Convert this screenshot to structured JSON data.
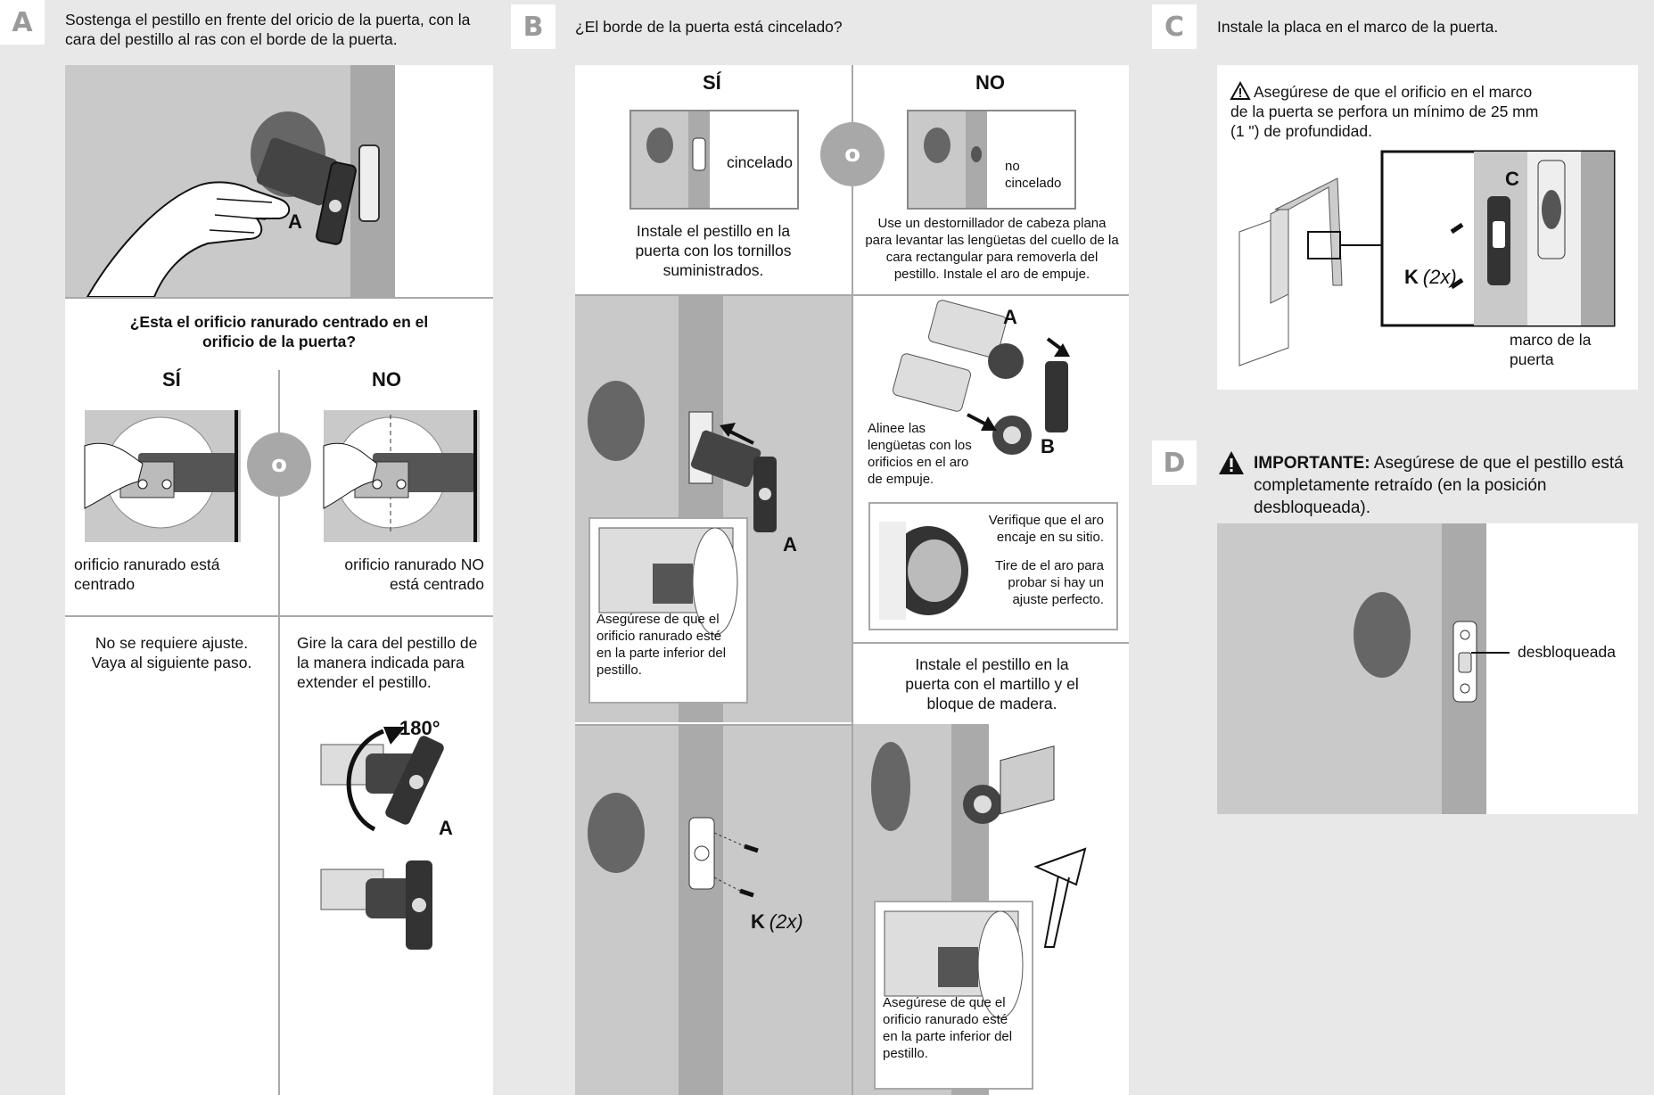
{
  "colors": {
    "background": "#e8e8e8",
    "panel": "#ffffff",
    "door_gray": "#c9c9c9",
    "edge_gray": "#aaaaaa",
    "divider": "#a8a8a8",
    "ink": "#111111",
    "step_letter": "#9a9a9a"
  },
  "icons": [
    "warning-icon",
    "hand-icon",
    "latch-icon",
    "screw-icon",
    "hammer-icon",
    "arrow-icon"
  ],
  "step_a": {
    "letter": "A",
    "instruction": "Sostenga el pestillo en frente del oricio de la puerta, con la cara del pestillo al ras con el borde de la puerta.",
    "callout_a": "A",
    "question": "¿Esta el orificio ranurado centrado en el orificio de la puerta?",
    "yes": "SÍ",
    "no": "NO",
    "or": "o",
    "yes_caption": "orificio ranurado está centrado",
    "no_caption": "orificio ranurado NO está centrado",
    "yes_result": "No se requiere ajuste. Vaya al siguiente paso.",
    "no_result": "Gire la cara del pestillo de la manera indicada para extender el pestillo.",
    "rotation": "180°",
    "callout_a2": "A"
  },
  "step_b": {
    "letter": "B",
    "question": "¿El borde de la puerta está cincelado?",
    "yes": "SÍ",
    "no": "NO",
    "or": "o",
    "chiseled_label": "cincelado",
    "not_chiseled_label": "no cincelado",
    "yes_instruction": "Instale el pestillo en la puerta con los tornillos suministrados.",
    "no_instruction": "Use un destornillador de cabeza plana para levantar las lengüetas del cuello de la cara rectangular para removerla del pestillo. Instale el aro de empuje.",
    "callout_a": "A",
    "callout_a_no": "A",
    "callout_b": "B",
    "align_note": "Alinee las lengüetas con los orificios en el aro de empuje.",
    "verify_note": "Verifique que el aro encaje en su sitio.",
    "pull_note": "Tire de el aro para probar si hay un ajuste perfecto.",
    "ensure_note_1": "Asegúrese de que el orificio ranurado esté en la parte inferior del pestillo.",
    "hammer_instruction": "Instale el pestillo en la puerta con el martillo y el bloque de madera.",
    "screws_label": "K",
    "screws_qty": "(2x)",
    "ensure_note_2": "Asegúrese de que el orificio ranurado esté en la parte inferior del pestillo."
  },
  "step_c": {
    "letter": "C",
    "instruction": "Instale la placa en el marco de la puerta.",
    "warning": "Asegúrese de que el orificio en el marco de la puerta se perfora un mínimo de 25 mm (1 \") de profundidad.",
    "callout_c": "C",
    "screws_label": "K",
    "screws_qty": "(2x)",
    "frame_label": "marco de la puerta"
  },
  "step_d": {
    "letter": "D",
    "important_label": "IMPORTANTE:",
    "important_text": "Asegúrese de que el pestillo está completamente retraído (en la posición desbloqueada).",
    "unlocked_label": "desbloqueada"
  }
}
